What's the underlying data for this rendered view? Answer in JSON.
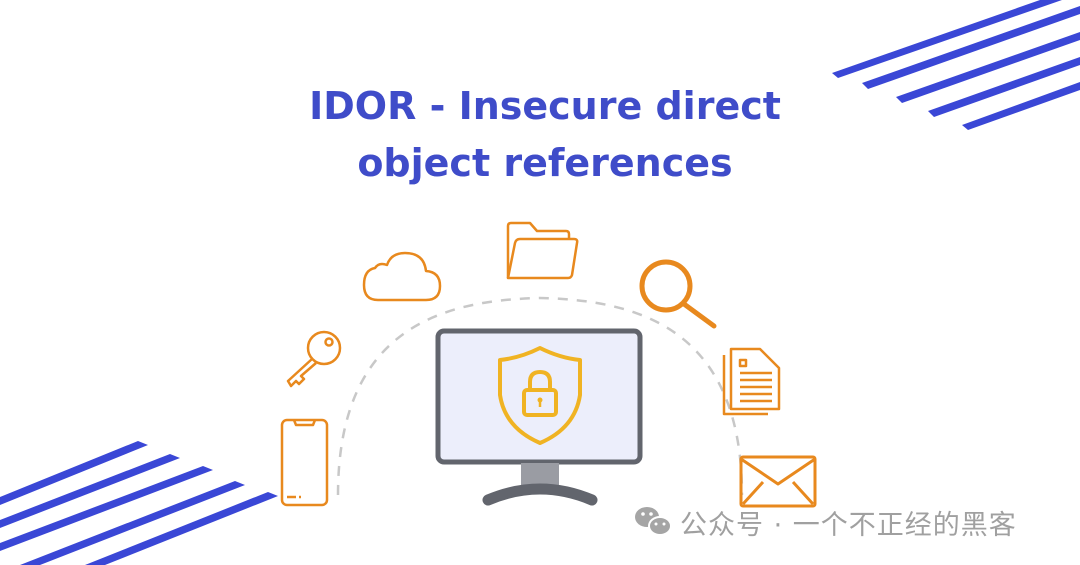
{
  "title": {
    "line1": "IDOR - Insecure direct",
    "line2": "object references"
  },
  "illustration": {
    "center": "monitor-with-shield-lock",
    "orbit_icons": [
      "phone-icon",
      "key-icon",
      "cloud-icon",
      "folder-icon",
      "search-icon",
      "document-icon",
      "mail-icon"
    ]
  },
  "watermark": {
    "icon": "wechat-icon",
    "text": "公众号 · 一个不正经的黑客"
  },
  "colors": {
    "title": "#3f4cc9",
    "stripes": "#3a47d6",
    "icon_orange": "#e8891e",
    "shield_yellow": "#f0b323",
    "monitor_frame": "#62656d",
    "monitor_screen": "#eceefb",
    "dashed_arc": "#c8c8c8",
    "watermark": "#a0a0a0"
  }
}
